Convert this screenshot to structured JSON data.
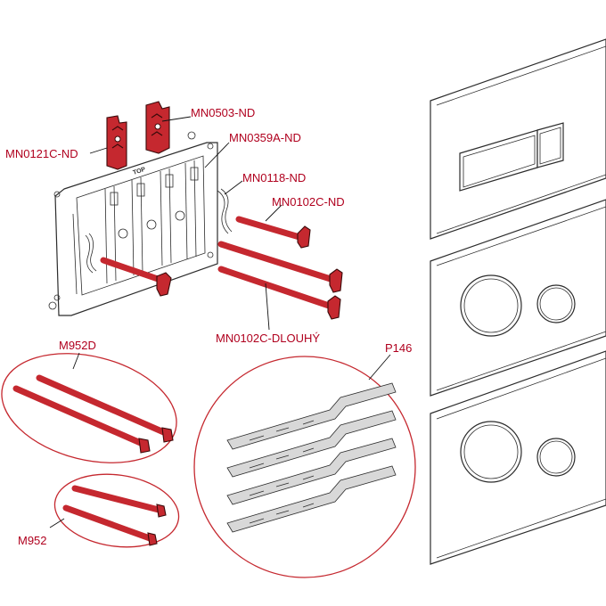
{
  "labels": {
    "mn0121c": "MN0121C-ND",
    "mn0503": "MN0503-ND",
    "mn0359a": "MN0359A-ND",
    "mn0118": "MN0118-ND",
    "mn0102c": "MN0102C-ND",
    "mn0102c_long": "MN0102C-DLOUHÝ",
    "m952d": "M952D",
    "m952": "M952",
    "p146": "P146",
    "frame_mark": "TOP"
  },
  "colors": {
    "part_red": "#c5282f",
    "label_red": "#b0001e",
    "line": "#2c2c2c"
  }
}
